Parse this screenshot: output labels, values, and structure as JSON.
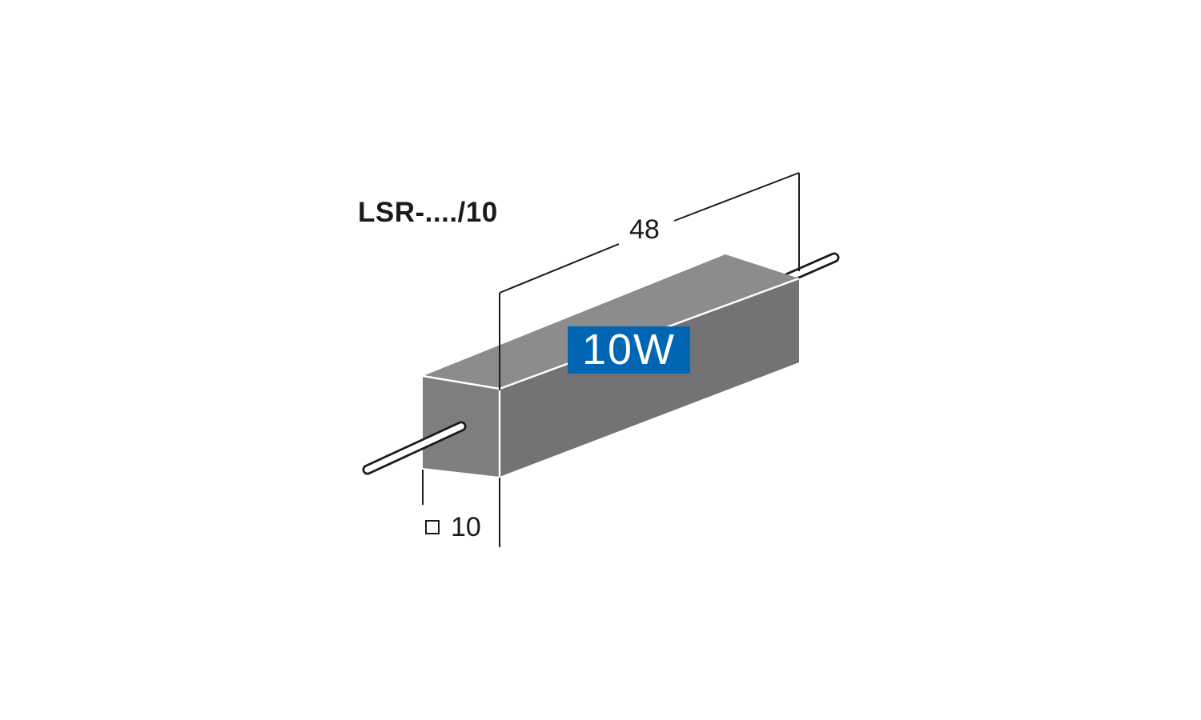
{
  "diagram": {
    "model_name": "LSR-..../10",
    "length_dimension": "48",
    "cross_section_dimension": "10",
    "power_rating": "10W"
  },
  "colors": {
    "body_front": "#7e7e81",
    "body_top": "#8c8c8f",
    "body_side": "#737376",
    "edge_highlight": "#ffffff",
    "badge_background": "#0066b3",
    "badge_text": "#ffffff",
    "lines": "#1a1a1a",
    "lead_wire_fill": "#ffffff"
  },
  "icons": {
    "cross_section_marker": "square-icon"
  }
}
